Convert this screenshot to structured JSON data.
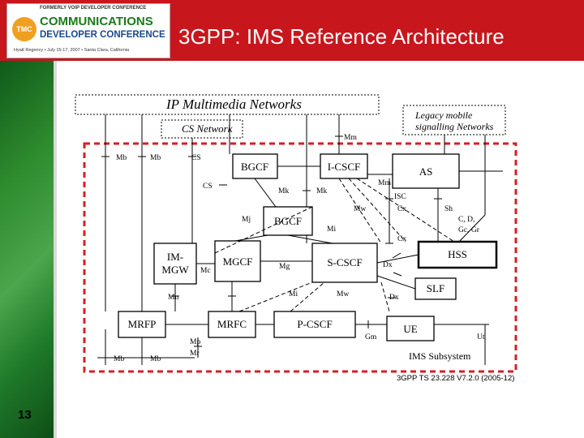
{
  "slide": {
    "title": "3GPP: IMS Reference Architecture",
    "page_number": "13"
  },
  "logo": {
    "tagline": "FORMERLY VOIP DEVELOPER CONFERENCE",
    "badge": "TMC",
    "line1": "COMMUNICATIONS",
    "line2": "DEVELOPER CONFERENCE",
    "line3": "Hyatt Regency • July 15-17, 2007 • Santa Clara, California"
  },
  "colors": {
    "header": "#c8161d",
    "dashed_border": "#d41f26",
    "sidebar": "#2e8b2e"
  },
  "diagram": {
    "ip_networks": "IP Multimedia Networks",
    "cs_network": "CS Network",
    "legacy_line1": "Legacy mobile",
    "legacy_line2": "signalling Networks",
    "subsystem": "IMS Subsystem",
    "source": "3GPP TS 23.228 V7.2.0 (2005-12)",
    "nodes": {
      "bgcf1": "BGCF",
      "icscf": "I-CSCF",
      "as": "AS",
      "bgcf2": "BGCF",
      "hss": "HSS",
      "im_mgw_line1": "IM-",
      "im_mgw_line2": "MGW",
      "mgcf": "MGCF",
      "scscf": "S-CSCF",
      "slf": "SLF",
      "mrfp": "MRFP",
      "mrfc": "MRFC",
      "pcscf": "P-CSCF",
      "ue": "UE"
    },
    "labels": {
      "mb1": "Mb",
      "mb2": "Mb",
      "cs1": "CS",
      "cs2": "CS",
      "mm1": "Mm",
      "mm2": "Mm",
      "mk1": "Mk",
      "mk2": "Mk",
      "mj": "Mj",
      "mi1": "Mi",
      "mw1": "Mw",
      "mw2": "Mw",
      "isc": "ISC",
      "cx1": "Cx",
      "cx2": "Cx",
      "sh": "Sh",
      "cd_line1": "C, D,",
      "cd_line2": "Gc, Gr",
      "mg": "Mg",
      "mc": "Mc",
      "dx1": "Dx",
      "dx2": "Dx",
      "mi2": "Mi",
      "mn": "Mn",
      "mp": "Mp",
      "mr": "Mr",
      "gm": "Gm",
      "ut": "Ut",
      "mb3": "Mb",
      "mb4": "Mb"
    }
  }
}
